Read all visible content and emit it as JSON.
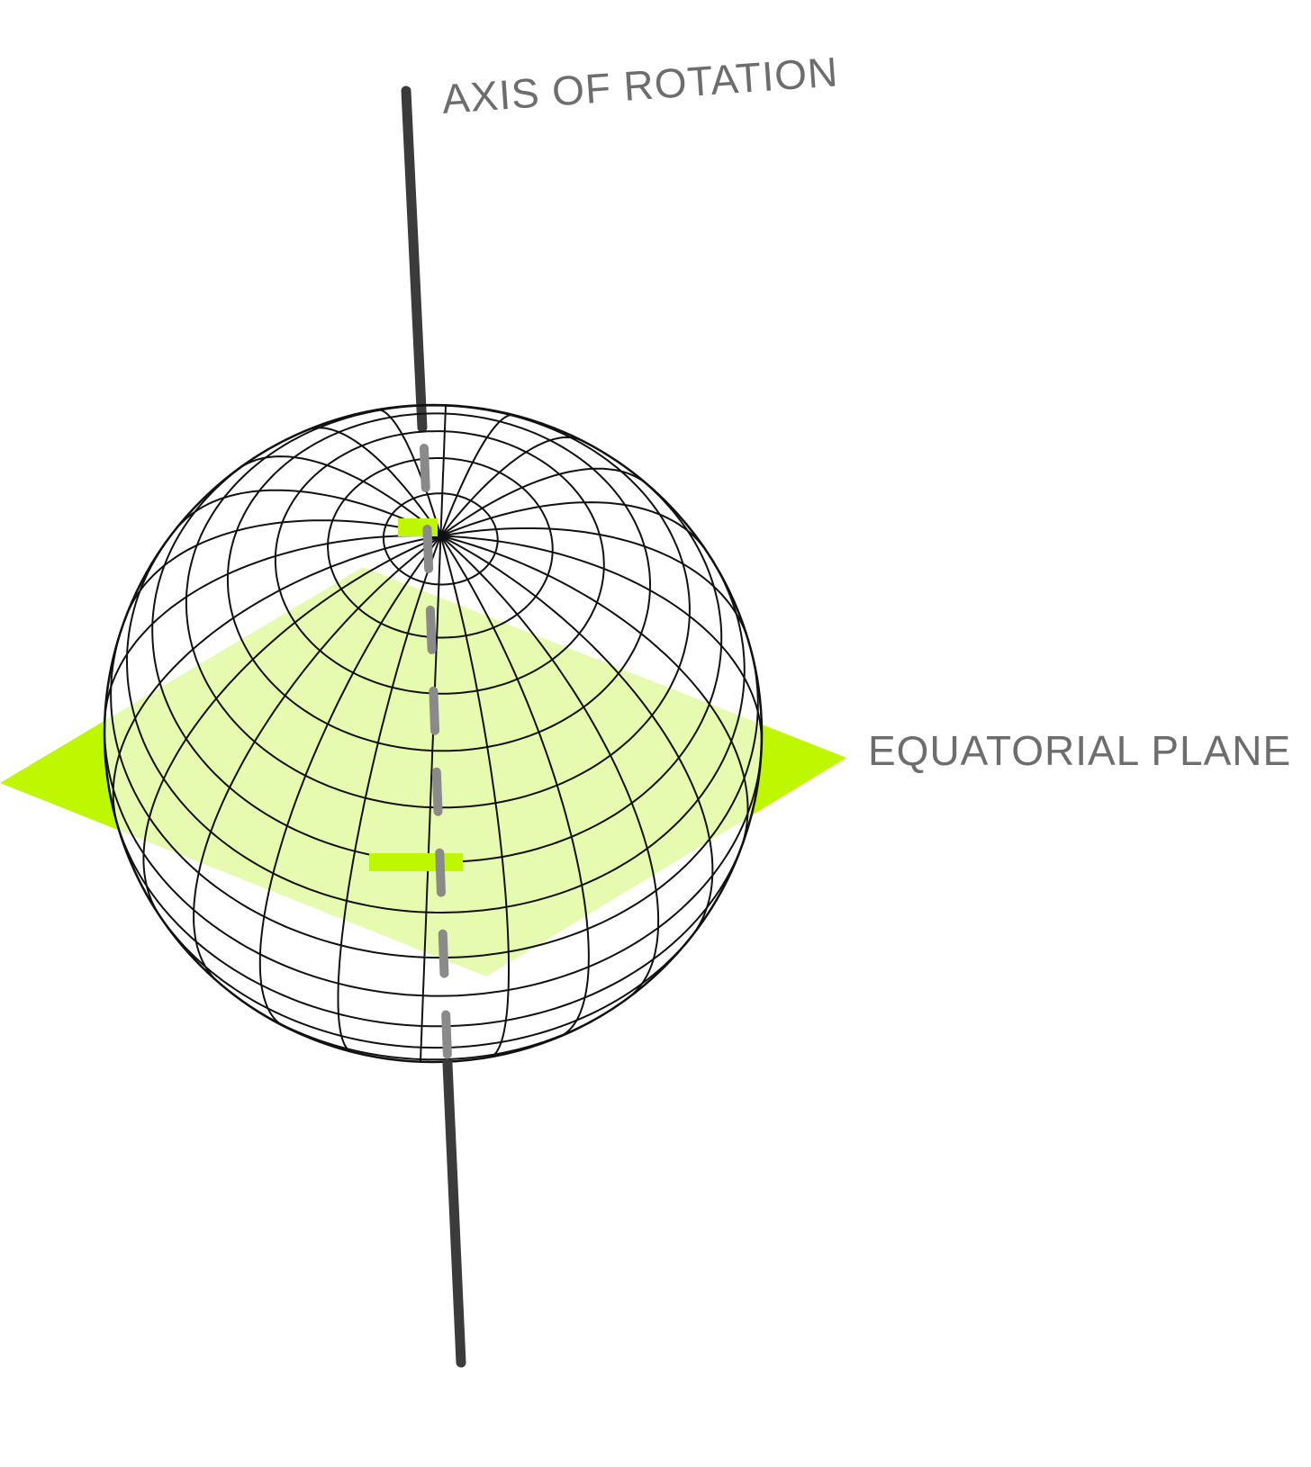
{
  "labels": {
    "axis": "AXIS OF ROTATION",
    "plane": "EQUATORIAL PLANE"
  },
  "colors": {
    "plane_front": "#bff700",
    "plane_inside": "#e6fbb0",
    "axis": "#3b3b3b",
    "axis_hidden": "#8a8a8a",
    "grid": "#111111",
    "label": "#6d6d6d"
  },
  "globe": {
    "meridian_count": 12,
    "parallel_count": 17
  }
}
